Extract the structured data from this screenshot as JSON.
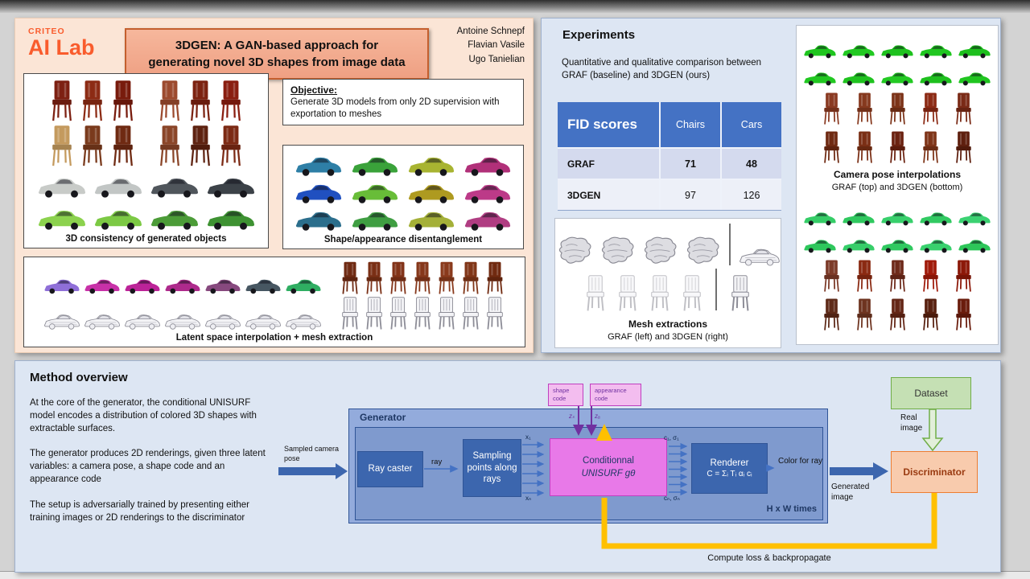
{
  "colors": {
    "criteo_orange": "#F95C2D",
    "panel_peach": "#FBE5D6",
    "panel_blue": "#DDE6F3",
    "table_header_blue": "#4472C4",
    "unisurf_pink": "#E879E8",
    "dataset_green": "#C5E0B4",
    "discriminator_orange": "#F8CBAD",
    "backprop_yellow": "#FFC000",
    "code_purple": "#7030A0"
  },
  "intro": {
    "logo_top": "CRITEO",
    "logo_main": "AI Lab",
    "title_line1": "3DGEN: A GAN-based approach for",
    "title_line2": "generating novel 3D shapes from image data",
    "authors": [
      "Antoine Schnepf",
      "Flavian Vasile",
      "Ugo Tanielian"
    ],
    "objective_heading": "Objective:",
    "objective_text": "Generate 3D models from only 2D supervision with exportation to meshes",
    "caption_consistency": "3D consistency of generated objects",
    "caption_disentanglement": "Shape/appearance disentanglement",
    "caption_interpolation": "Latent space interpolation + mesh extraction"
  },
  "experiments": {
    "heading": "Experiments",
    "description": "Quantitative and qualitative comparison between GRAF (baseline) and 3DGEN (ours)",
    "fid": {
      "header": [
        "FID scores",
        "Chairs",
        "Cars"
      ],
      "rows": [
        {
          "name": "GRAF",
          "chairs": "71",
          "cars": "48"
        },
        {
          "name": "3DGEN",
          "chairs": "97",
          "cars": "126"
        }
      ]
    },
    "mesh_title": "Mesh extractions",
    "mesh_sub": "GRAF (left) and 3DGEN (right)",
    "pose_title": "Camera pose interpolations",
    "pose_sub": "GRAF (top) and 3DGEN  (bottom)"
  },
  "method": {
    "heading": "Method overview",
    "paragraphs": [
      "At the core of the generator, the conditional UNISURF model encodes a distribution of colored 3D shapes with extractable surfaces.",
      "The generator produces 2D renderings, given three latent variables: a camera pose, a shape code and an appearance code",
      "The setup is adversarially trained by presenting either training images or 2D renderings to the discriminator"
    ],
    "diagram": {
      "shape_code": "shape code",
      "appearance_code": "appearance code",
      "z_s": "zₛ",
      "z_a": "zₐ",
      "generator": "Generator",
      "ray_caster": "Ray caster",
      "ray": "ray",
      "sampling": "Sampling points along rays",
      "x1": "x₁",
      "xn": "xₙ",
      "unisurf_line1": "Conditionnal",
      "unisurf_line2": "UNISURF gθ",
      "c1": "c₁, σ₁",
      "cn": "cₙ, σₙ",
      "renderer_line1": "Renderer",
      "renderer_line2": "C = Σᵢ Tᵢ αᵢ cᵢ",
      "color_for_ray": "Color for ray",
      "hxw": "H x W times",
      "sampled_pose": "Sampled camera  pose",
      "generated_image": "Generated image",
      "dataset": "Dataset",
      "real_image": "Real image",
      "discriminator": "Discriminator",
      "loss": "Compute loss & backpropagate"
    }
  },
  "figures": {
    "consistency": {
      "rows": [
        {
          "h": 56,
          "chw": 32,
          "gap": 6,
          "items": [
            "ch:#7d2012",
            "ch:#8c2b14",
            "ch:#781b0c",
            "gap",
            "ch:#9c4a2e",
            "ch:#7c2210",
            "ch:#8a1e10"
          ]
        },
        {
          "h": 56,
          "chw": 32,
          "gap": 6,
          "items": [
            "ch:#c49a5e",
            "ch:#7a3a1c",
            "ch:#6f2a12",
            "gap",
            "ch:#8a4528",
            "ch:#5e2210",
            "ch:#7c2a14"
          ]
        },
        {
          "h": 40,
          "cw": 62,
          "gap": 8,
          "items": [
            "car:#c8cbc8",
            "car:#c2c6c5",
            "car:#50565c",
            "car:#3c4248"
          ]
        },
        {
          "h": 40,
          "cw": 62,
          "gap": 8,
          "items": [
            "car:#8cd24e",
            "car:#7cc944",
            "car:#4c9c38",
            "car:#3e9232"
          ]
        }
      ]
    },
    "disentanglement": {
      "rows": [
        {
          "h": 34,
          "cw": 60,
          "gap": 10,
          "items": [
            "car:#2e7fa6",
            "car:#3aa23a",
            "car:#a8b431",
            "car:#b13079"
          ]
        },
        {
          "h": 34,
          "cw": 60,
          "gap": 10,
          "items": [
            "car:#2050c0",
            "car:#68bd38",
            "car:#ae9a20",
            "car:#bc3a88"
          ]
        },
        {
          "h": 34,
          "cw": 60,
          "gap": 10,
          "items": [
            "car:#2b6e8c",
            "car:#3f9e42",
            "car:#a4b038",
            "car:#b03d82"
          ]
        }
      ]
    },
    "interpolation": {
      "rows": [
        {
          "h": 44,
          "cw": 46,
          "chw": 26,
          "gap": 4,
          "items": [
            "car:#8f6fd8",
            "car:#c831a8",
            "car:#bc2398",
            "car:#ae2a8c",
            "car:#87497e",
            "car:#475762",
            "car:#2fae62",
            "gap",
            "ch:#6f2a12",
            "ch:#7a2f15",
            "ch:#823318",
            "ch:#86371a",
            "ch:#8a3a1c",
            "ch:#803517",
            "ch:#702a10"
          ]
        },
        {
          "h": 44,
          "cw": 46,
          "chw": 26,
          "gap": 4,
          "items": [
            "carM",
            "carM",
            "carM",
            "carM",
            "carM",
            "carM",
            "carM",
            "gap",
            "chM",
            "chM",
            "chM",
            "chM",
            "chM",
            "chM",
            "chM"
          ]
        }
      ]
    },
    "mesh_extraction": {
      "rows": [
        {
          "h": 56,
          "cw": 52,
          "gap": 7,
          "items": [
            "blob",
            "blob",
            "blob",
            "blob",
            "vdiv",
            "carM"
          ]
        },
        {
          "h": 56,
          "cw": 52,
          "chw": 28,
          "gap": 12,
          "items": [
            "chMf",
            "chMf",
            "chMf",
            "chMf",
            "vdiv",
            "chM"
          ]
        }
      ]
    },
    "pose_graf": {
      "rows": [
        {
          "h": 34,
          "cw": 42,
          "gap": 6,
          "items": [
            "car:#1fc51f",
            "car:#22c922",
            "car:#1ec11e",
            "car:#20c620",
            "car:#1dbf1d"
          ]
        },
        {
          "h": 34,
          "cw": 42,
          "gap": 6,
          "items": [
            "car:#21c821",
            "car:#1fc31f",
            "car:#23ca23",
            "car:#1ec01e",
            "car:#20c520"
          ]
        },
        {
          "h": 48,
          "chw": 25,
          "gap": 16,
          "items": [
            "ch:#8a3a22",
            "ch:#86391e",
            "ch:#7c3318",
            "ch:#8c2a14",
            "ch:#7a2a16"
          ]
        },
        {
          "h": 48,
          "chw": 25,
          "gap": 16,
          "items": [
            "ch:#6f2a12",
            "ch:#7a2f15",
            "ch:#6b2210",
            "ch:#7e3418",
            "ch:#5e1f0e"
          ]
        }
      ]
    },
    "pose_3dgen": {
      "rows": [
        {
          "h": 34,
          "cw": 42,
          "gap": 6,
          "items": [
            "car:#35cd67",
            "car:#2fc95f",
            "car:#38d06c",
            "car:#31ca62",
            "car:#3bd272"
          ]
        },
        {
          "h": 34,
          "cw": 42,
          "gap": 6,
          "items": [
            "car:#2ec75c",
            "car:#36ce69",
            "car:#30c960",
            "car:#39d16e",
            "car:#2dc659"
          ]
        },
        {
          "h": 48,
          "chw": 25,
          "gap": 16,
          "items": [
            "ch:#7c3a28",
            "ch:#8a2a12",
            "ch:#6e2a1a",
            "ch:#a01a0a",
            "ch:#8c1808"
          ]
        },
        {
          "h": 48,
          "chw": 25,
          "gap": 16,
          "items": [
            "ch:#5e2a18",
            "ch:#6e3420",
            "ch:#642616",
            "ch:#58200f",
            "ch:#6a1c0c"
          ]
        }
      ]
    }
  }
}
